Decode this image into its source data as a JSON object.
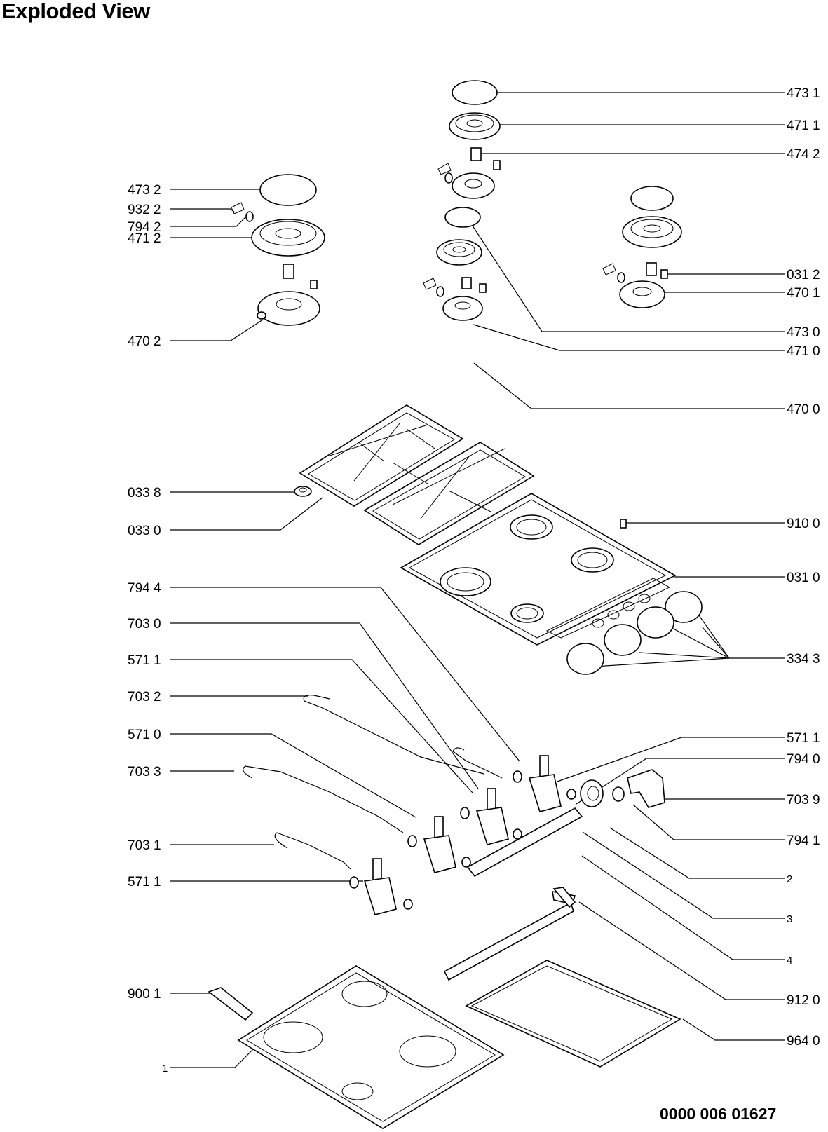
{
  "header": {
    "title": "Exploded View"
  },
  "footer": {
    "document_number": "0000 006 01627"
  },
  "callouts": {
    "c4731": "473 1",
    "c4711": "471 1",
    "c4742": "474 2",
    "c4732": "473 2",
    "c4712": "471 2",
    "c0312": "031 2",
    "c9322": "932 2",
    "c4701": "470 1",
    "c7942": "794 2",
    "c4702": "470 2",
    "c4730": "473 0",
    "c4710": "471 0",
    "c4700": "470 0",
    "c0338": "033 8",
    "c0330": "033 0",
    "c9100": "910 0",
    "c0310": "031 0",
    "c7944": "794 4",
    "c7030": "703 0",
    "c3343": "334 3",
    "c5711a": "571 1",
    "c7032": "703 2",
    "c5711b": "571 1",
    "c5710": "571 0",
    "c7940": "794 0",
    "c7033": "703 3",
    "c7039": "703 9",
    "c7941": "794 1",
    "c7031": "703 1",
    "c5711c": "571 1",
    "c2": "2",
    "c3": "3",
    "c4": "4",
    "c9001": "900 1",
    "c9120": "912 0",
    "c9640": "964 0",
    "c1": "1"
  }
}
